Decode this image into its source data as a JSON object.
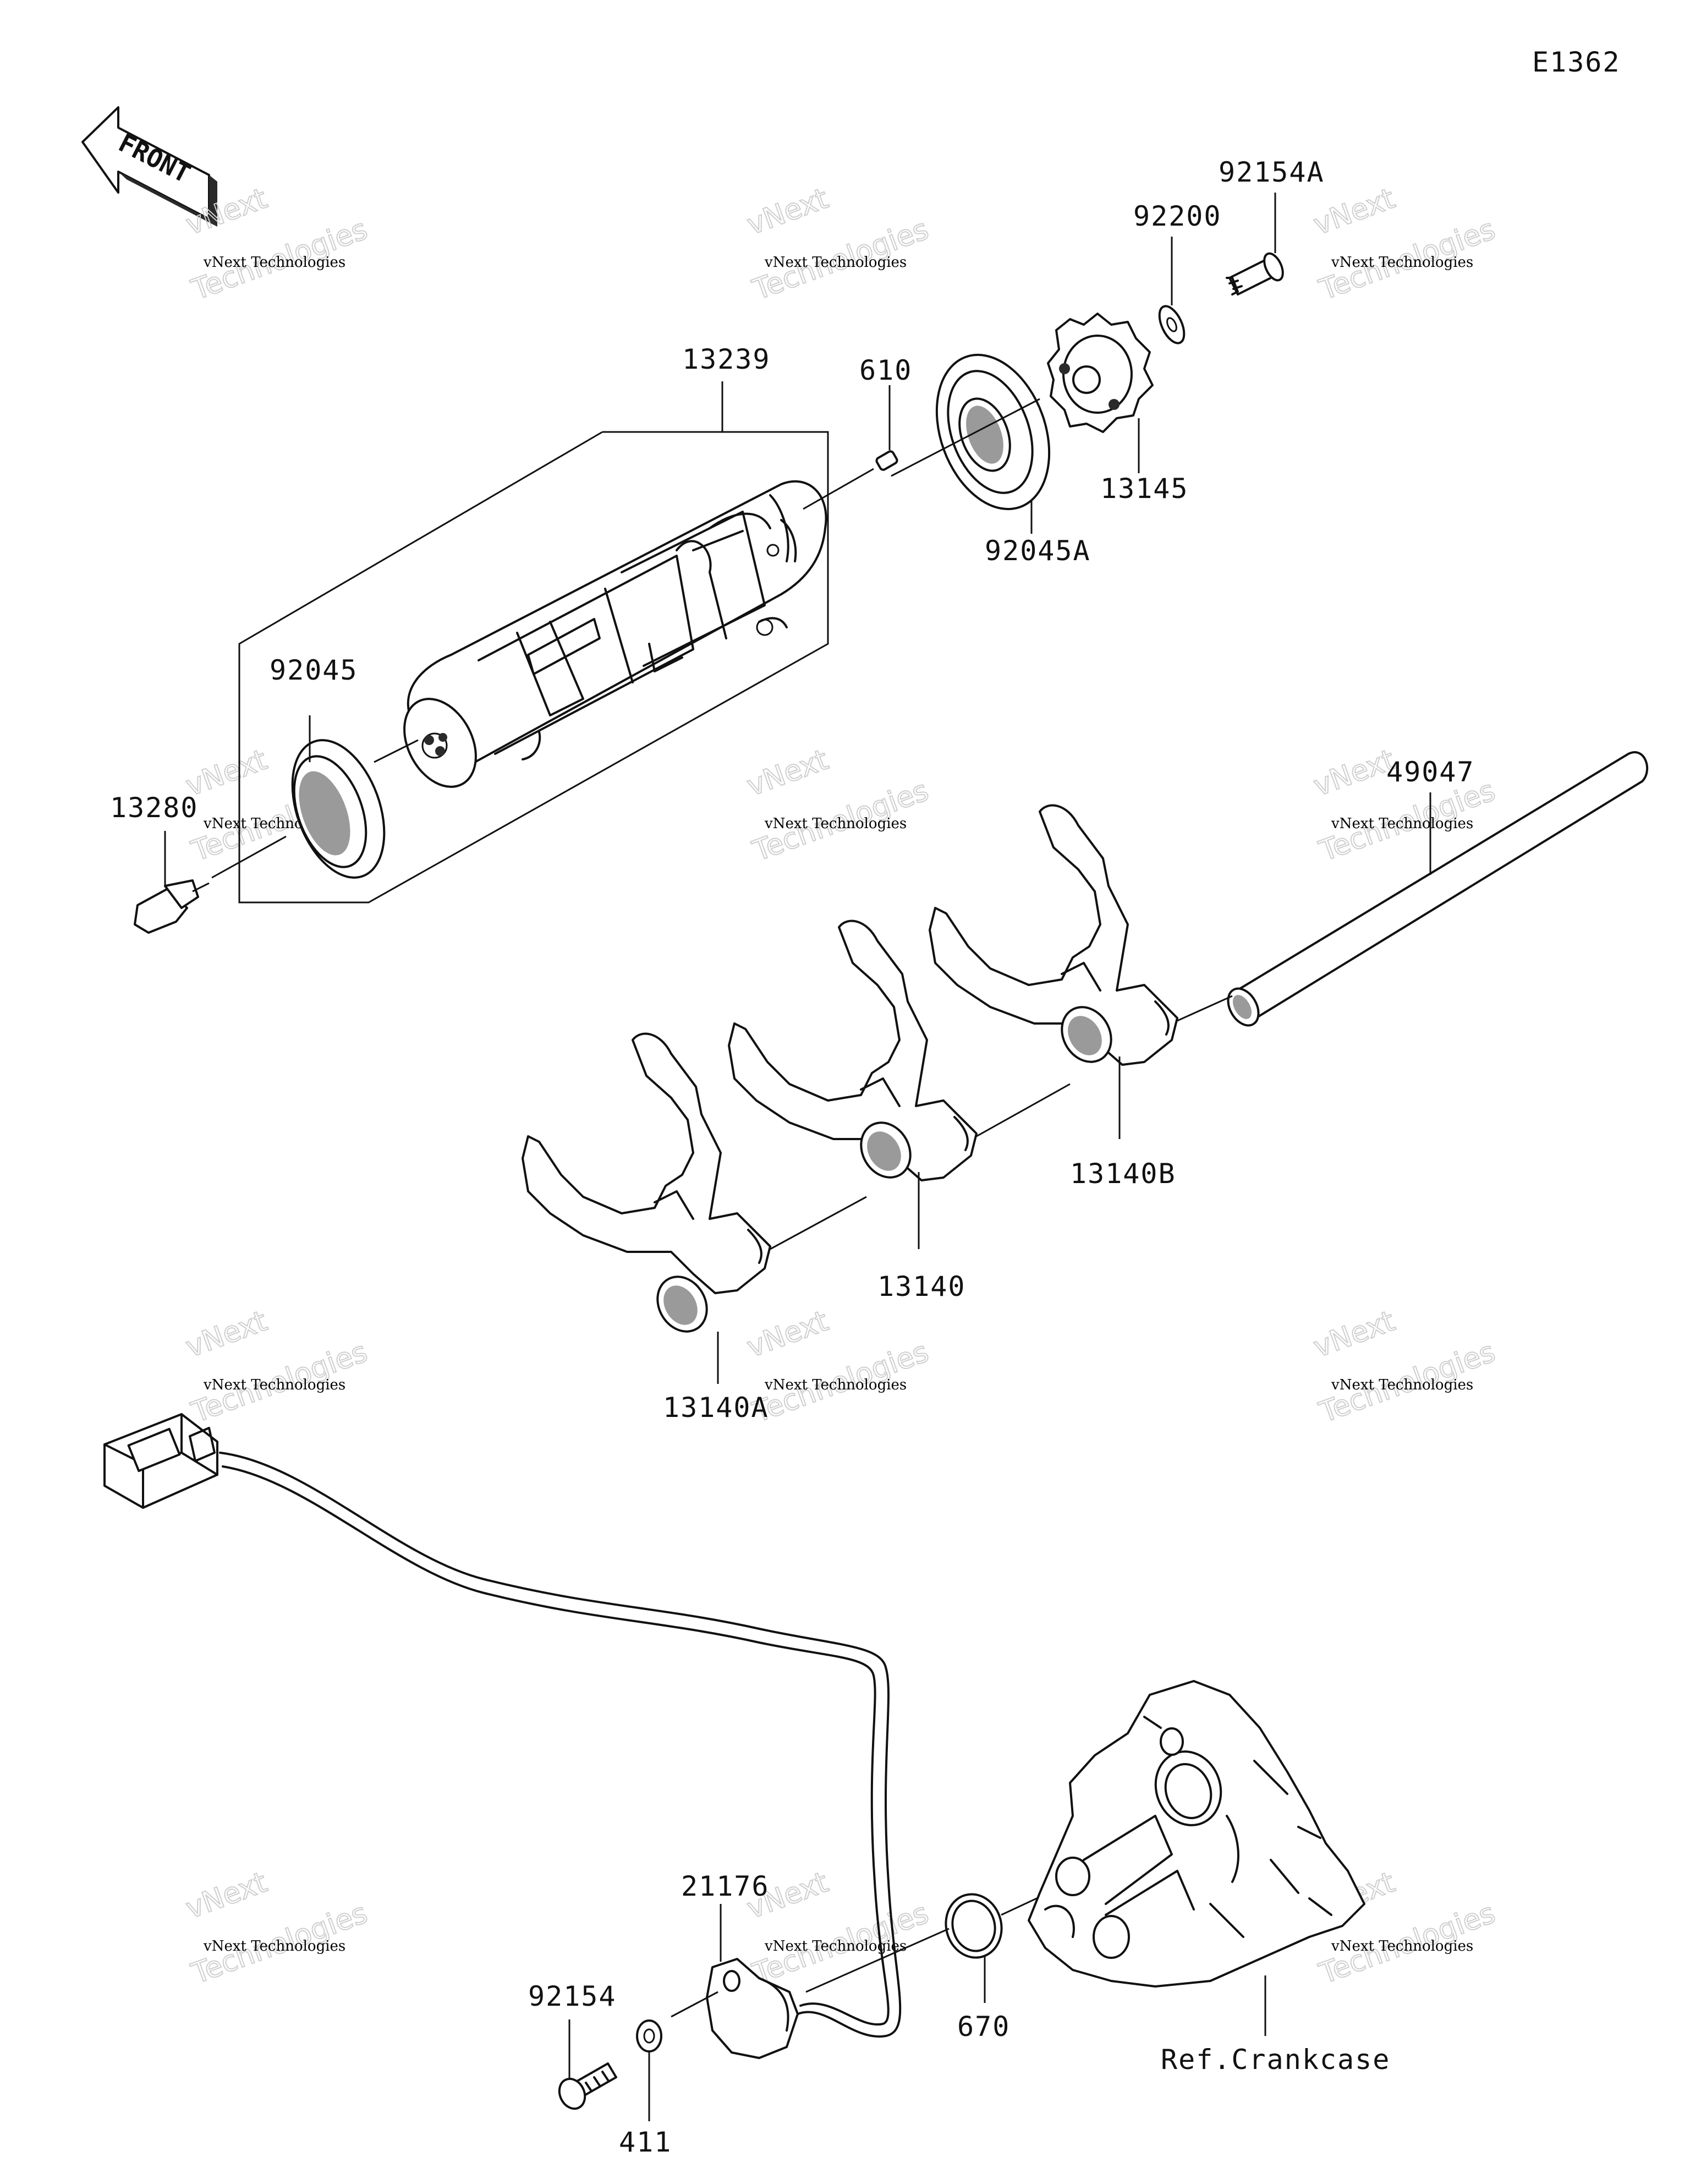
{
  "diagram_code": "E1362",
  "front_label": "FRONT",
  "watermark": {
    "line1": "vNext Technologies",
    "line2": "vNext",
    "line3": "Technologies"
  },
  "parts": {
    "p13239": "13239",
    "p610": "610",
    "p92200": "92200",
    "p92154A": "92154A",
    "p13145": "13145",
    "p92045A": "92045A",
    "p92045": "92045",
    "p13280": "13280",
    "p49047": "49047",
    "p13140B": "13140B",
    "p13140": "13140",
    "p13140A": "13140A",
    "p21176": "21176",
    "p92154": "92154",
    "p411": "411",
    "p670": "670",
    "ref_crankcase": "Ref.Crankcase"
  }
}
